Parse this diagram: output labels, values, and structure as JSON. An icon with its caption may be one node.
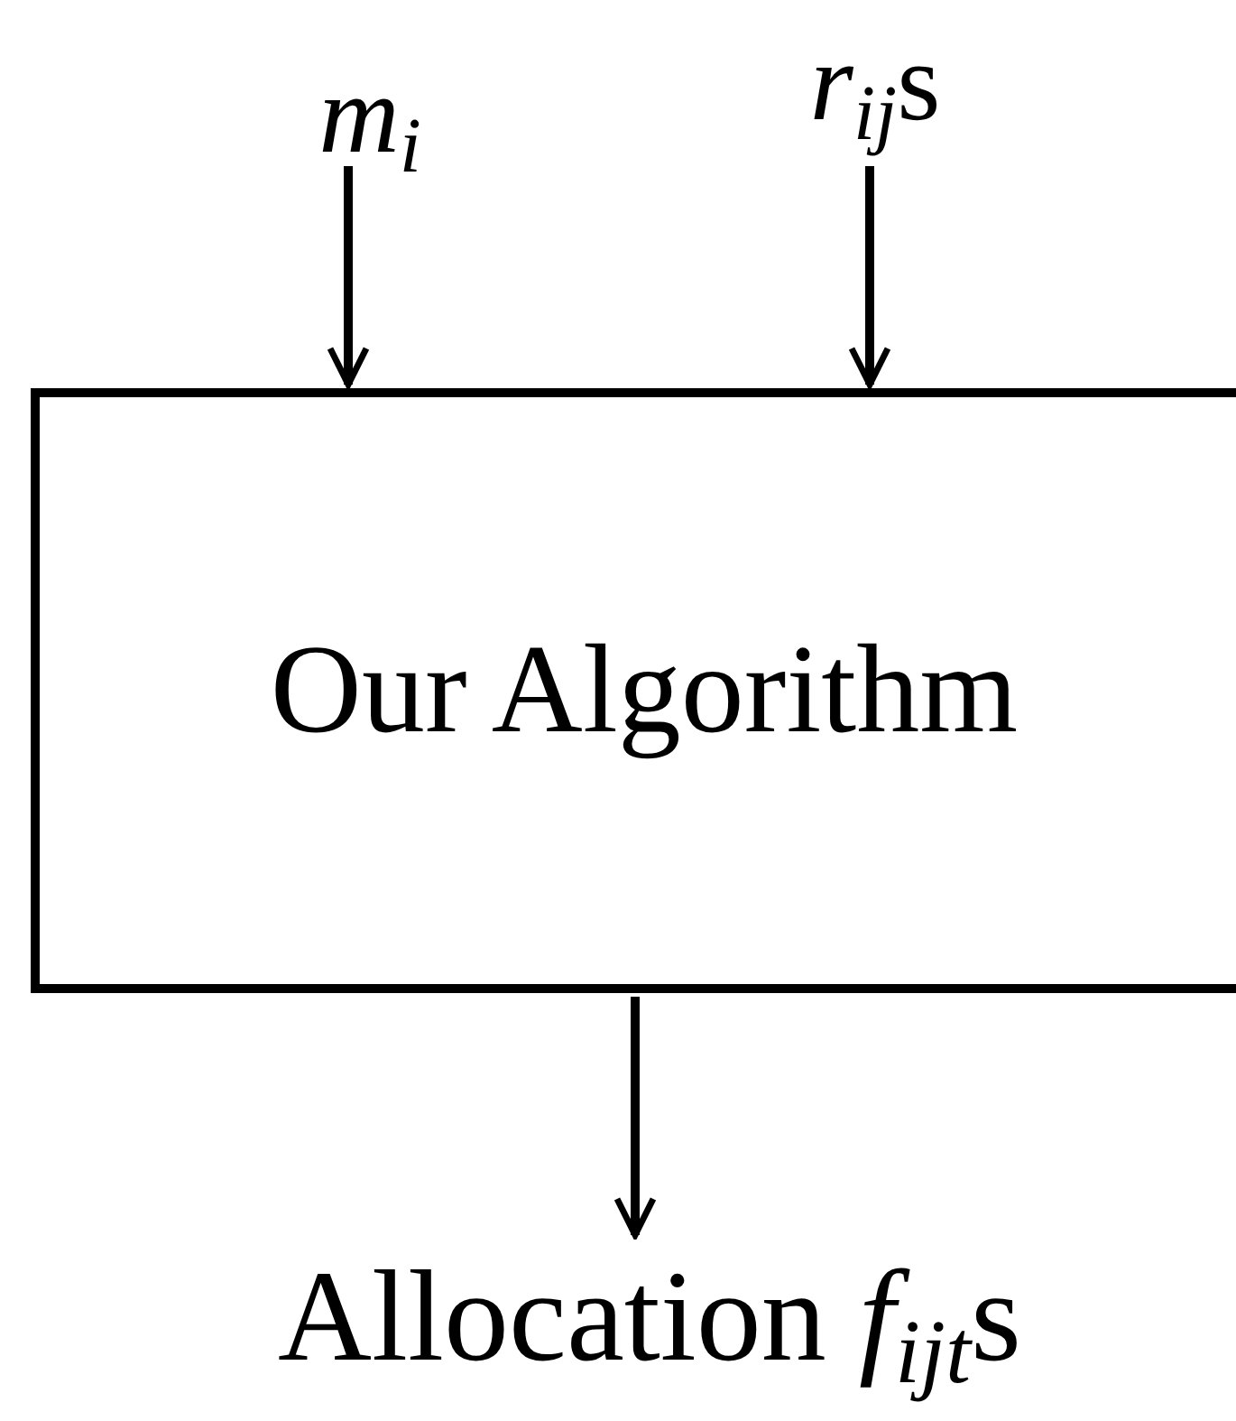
{
  "diagram": {
    "nodes": [
      {
        "text": [
          "*m*$_{i}$"
        ]
      },
      {
        "text": [
          "*r*$_{ij}$s"
        ]
      },
      {
        "text": [
          "Our Algorithm"
        ]
      },
      {
        "text": [
          "Allocation *f*$_{ijt}$s"
        ]
      }
    ],
    "edges": [
      {
        "from": 0,
        "to": 2,
        "arrow": "to"
      },
      {
        "from": 1,
        "to": 2,
        "arrow": "to"
      },
      {
        "from": 2,
        "to": 3,
        "arrow": "to"
      }
    ]
  }
}
